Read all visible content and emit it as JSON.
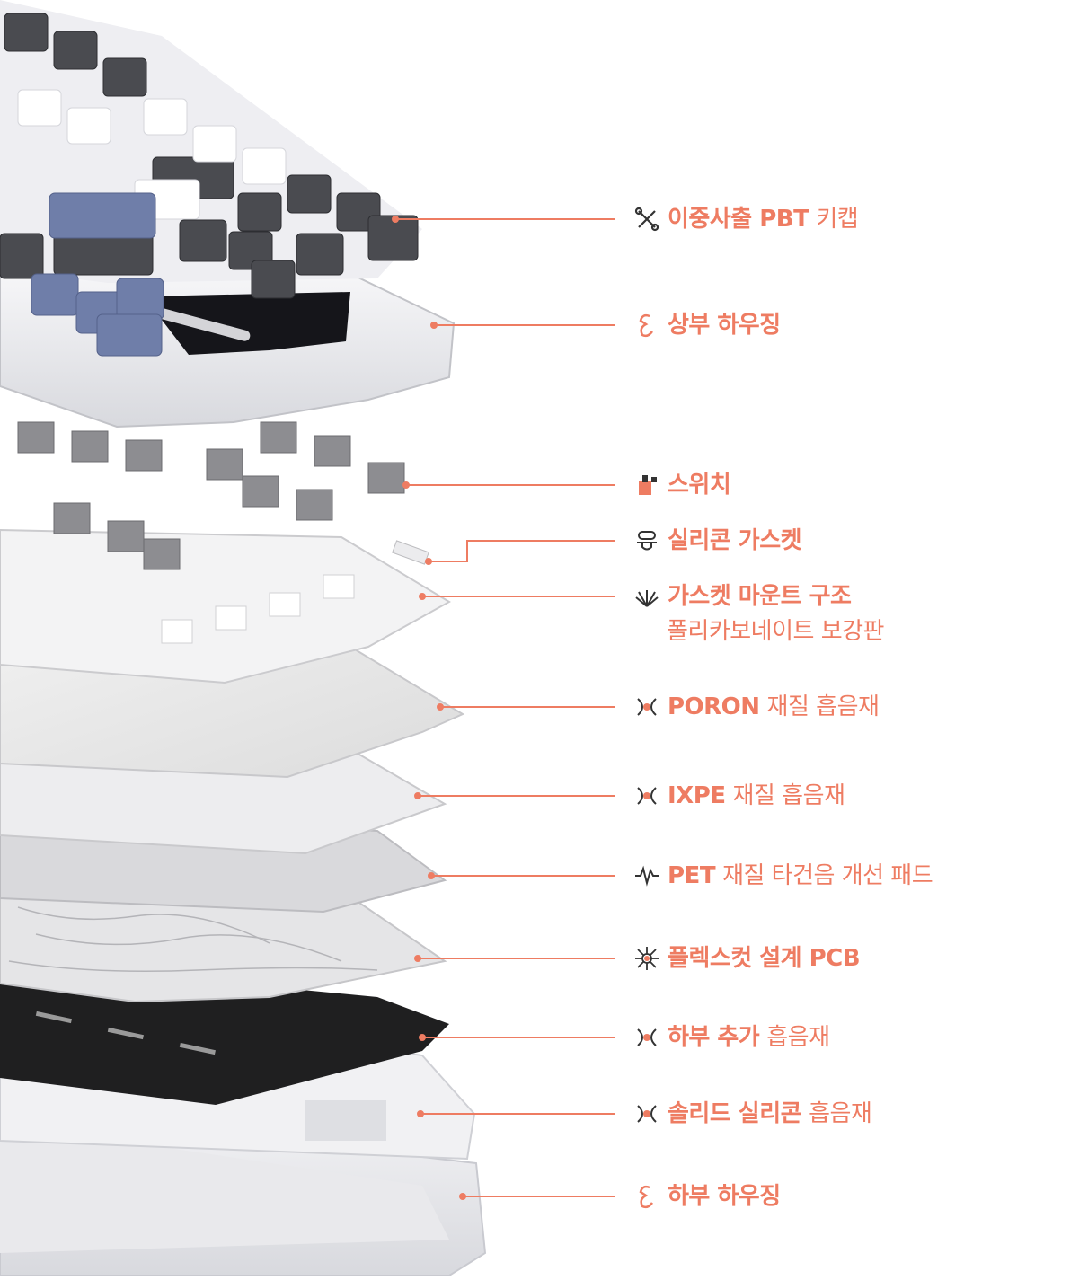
{
  "accent_color": "#ee7c62",
  "layers": [
    {
      "id": "keycaps",
      "icon": "cross-tools-icon",
      "bold": "이중사출 PBT",
      "normal": "키캡"
    },
    {
      "id": "top-housing",
      "icon": "link-icon",
      "bold": "상부 하우징",
      "normal": ""
    },
    {
      "id": "switch",
      "icon": "switch-icon",
      "bold": "스위치",
      "normal": ""
    },
    {
      "id": "silicone-gasket",
      "icon": "gasket-icon",
      "bold": "실리콘 가스켓",
      "normal": ""
    },
    {
      "id": "gasket-mount",
      "icon": "spring-icon",
      "bold": "가스켓 마운트 구조",
      "normal": "",
      "sub": "폴리카보네이트 보강판"
    },
    {
      "id": "poron-foam",
      "icon": "foam-icon",
      "bold": "PORON",
      "normal": "재질 흡음재"
    },
    {
      "id": "ixpe-foam",
      "icon": "foam-icon",
      "bold": "IXPE",
      "normal": "재질 흡음재"
    },
    {
      "id": "pet-pad",
      "icon": "wave-icon",
      "bold": "PET",
      "normal": "재질 타건음 개선 패드"
    },
    {
      "id": "pcb",
      "icon": "circuit-icon",
      "bold": "플렉스컷 설계 PCB",
      "normal": ""
    },
    {
      "id": "bottom-foam",
      "icon": "foam-icon",
      "bold": "하부 추가",
      "normal": "흡음재"
    },
    {
      "id": "silicone-foam",
      "icon": "foam-icon",
      "bold": "솔리드 실리콘",
      "normal": "흡음재"
    },
    {
      "id": "bottom-housing",
      "icon": "link-icon",
      "bold": "하부 하우징",
      "normal": ""
    }
  ]
}
